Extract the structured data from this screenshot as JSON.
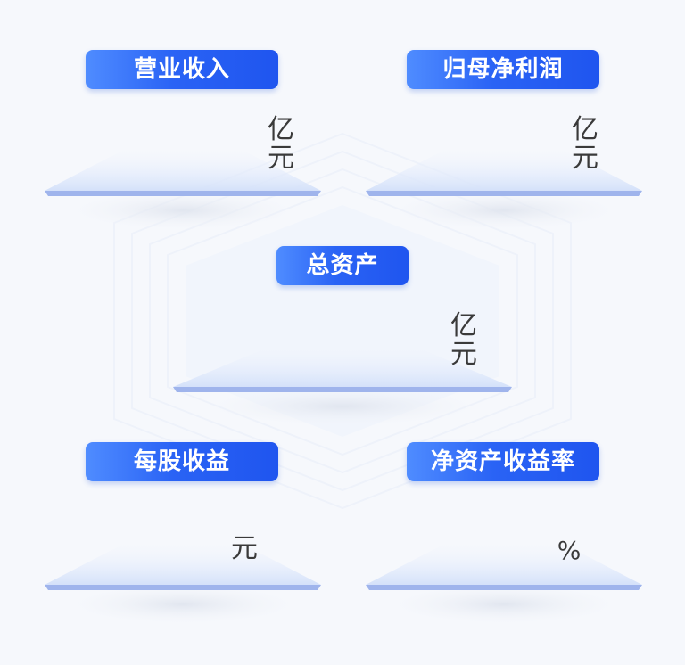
{
  "metrics": [
    {
      "label": "营业收入",
      "unit_top": "亿",
      "unit_bottom": "元"
    },
    {
      "label": "归母净利润",
      "unit_top": "亿",
      "unit_bottom": "元"
    },
    {
      "label": "总资产",
      "unit_top": "亿",
      "unit_bottom": "元"
    },
    {
      "label": "每股收益",
      "unit": "元"
    },
    {
      "label": "净资产收益率",
      "unit": "%"
    }
  ],
  "colors": {
    "background": "#f6f8fc",
    "badge_start": "#4f8cff",
    "badge_end": "#1f55ef",
    "platform_top": "#dbe6fb",
    "platform_edge": "#9fb4ec"
  }
}
